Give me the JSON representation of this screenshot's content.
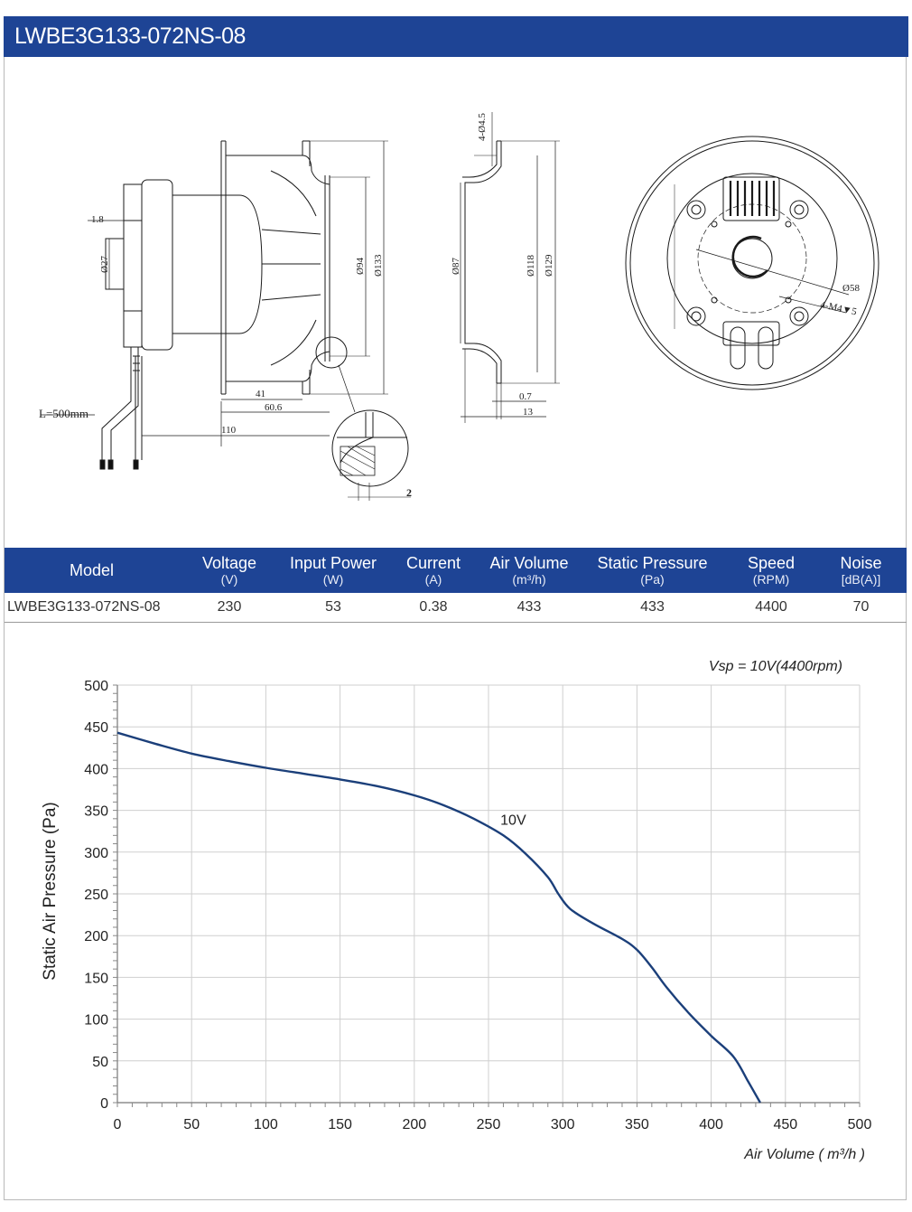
{
  "header": {
    "title": "LWBE3G133-072NS-08"
  },
  "drawing": {
    "side_view": {
      "dim_1_8": "1.8",
      "dim_27": "Ø27",
      "dim_94": "Ø94",
      "dim_133": "Ø133",
      "dim_41": "41",
      "dim_60_6": "60.6",
      "dim_110": "110",
      "cable_length": "L=500mm",
      "detail_dim": "2"
    },
    "front_view": {
      "dim_holes": "4-Ø4.5",
      "dim_87": "Ø87",
      "dim_118": "Ø118",
      "dim_129": "Ø129",
      "dim_0_7": "0.7",
      "dim_13": "13"
    },
    "rear_view": {
      "dim_58": "Ø58",
      "dim_m4": "4-M4▼5"
    }
  },
  "spec_table": {
    "headers": [
      {
        "label": "Model",
        "unit": ""
      },
      {
        "label": "Voltage",
        "unit": "(V)"
      },
      {
        "label": "Input Power",
        "unit": "(W)"
      },
      {
        "label": "Current",
        "unit": "(A)"
      },
      {
        "label": "Air Volume",
        "unit": "(m³/h)"
      },
      {
        "label": "Static Pressure",
        "unit": "(Pa)"
      },
      {
        "label": "Speed",
        "unit": "(RPM)"
      },
      {
        "label": "Noise",
        "unit": "[dB(A)]"
      }
    ],
    "row": [
      "LWBE3G133-072NS-08",
      "230",
      "53",
      "0.38",
      "433",
      "433",
      "4400",
      "70"
    ]
  },
  "chart_data": {
    "type": "line",
    "title": "Vsp = 10V(4400rpm)",
    "xlabel": "Air Volume ( m³/h )",
    "ylabel": "Static Air Pressure  (Pa)",
    "xlim": [
      0,
      500
    ],
    "ylim": [
      0,
      500
    ],
    "xticks": [
      "0",
      "50",
      "100",
      "150",
      "200",
      "250",
      "300",
      "350",
      "400",
      "450",
      "500"
    ],
    "yticks": [
      "0",
      "50",
      "100",
      "150",
      "200",
      "250",
      "300",
      "350",
      "400",
      "450",
      "500"
    ],
    "grid": true,
    "series": [
      {
        "name": "10V",
        "color": "#1b3f7a",
        "x": [
          0,
          25,
          50,
          75,
          100,
          125,
          150,
          175,
          200,
          220,
          240,
          260,
          275,
          290,
          297,
          305,
          320,
          340,
          350,
          360,
          370,
          385,
          400,
          415,
          425,
          433
        ],
        "y": [
          443,
          430,
          418,
          409,
          401,
          394,
          387,
          379,
          368,
          356,
          340,
          320,
          298,
          270,
          250,
          232,
          215,
          196,
          183,
          162,
          138,
          107,
          80,
          55,
          25,
          0
        ]
      }
    ]
  }
}
